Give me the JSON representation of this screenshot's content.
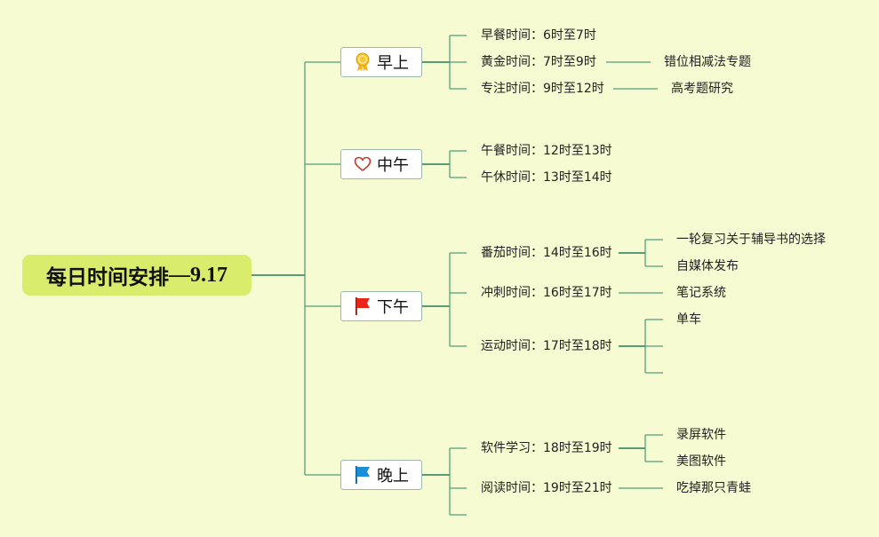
{
  "root": {
    "title_cn": "每日时间安排",
    "title_suffix": "—9.17"
  },
  "branches": [
    {
      "label": "早上",
      "icon": "award-ribbon-icon",
      "items": [
        {
          "text": "早餐时间：6时至7时",
          "children": []
        },
        {
          "text": "黄金时间：7时至9时",
          "children": [
            "错位相减法专题"
          ]
        },
        {
          "text": "专注时间：9时至12时",
          "children": [
            "高考题研究"
          ]
        }
      ]
    },
    {
      "label": "中午",
      "icon": "heart-icon",
      "items": [
        {
          "text": "午餐时间：12时至13时",
          "children": []
        },
        {
          "text": "午休时间：13时至14时",
          "children": []
        }
      ]
    },
    {
      "label": "下午",
      "icon": "red-flag-icon",
      "items": [
        {
          "text": "番茄时间：14时至16时",
          "children": [
            "一轮复习关于辅导书的选择",
            "自媒体发布"
          ]
        },
        {
          "text": "冲刺时间：16时至17时",
          "children": [
            "笔记系统"
          ]
        },
        {
          "text": "运动时间：17时至18时",
          "children": [
            "单车",
            "",
            ""
          ]
        }
      ]
    },
    {
      "label": "晚上",
      "icon": "blue-flag-icon",
      "items": [
        {
          "text": "软件学习：18时至19时",
          "children": [
            "录屏软件",
            "美图软件"
          ]
        },
        {
          "text": "阅读时间：19时至21时",
          "children": [
            "吃掉那只青蛙"
          ]
        },
        {
          "text": "",
          "children": []
        }
      ]
    }
  ],
  "colors": {
    "background": "#f6fbd2",
    "root_fill": "#d9ec6c",
    "connector": "#52a07a",
    "red_flag": "#e8241b",
    "blue_flag": "#1a8fd8",
    "ribbon": "#f2b41c",
    "heart": "#c0392b"
  }
}
